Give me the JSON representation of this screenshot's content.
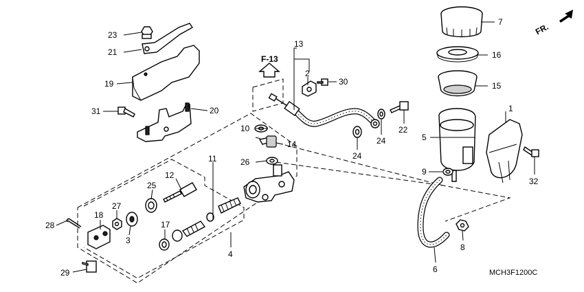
{
  "diagram": {
    "code": "MCH3F1200C",
    "ref_label": "F-13",
    "direction_label": "FR."
  },
  "callouts": [
    {
      "id": "c1",
      "text": "1"
    },
    {
      "id": "c2",
      "text": "2"
    },
    {
      "id": "c3",
      "text": "3"
    },
    {
      "id": "c4",
      "text": "4"
    },
    {
      "id": "c5",
      "text": "5"
    },
    {
      "id": "c6",
      "text": "6"
    },
    {
      "id": "c7",
      "text": "7"
    },
    {
      "id": "c8",
      "text": "8"
    },
    {
      "id": "c9",
      "text": "9"
    },
    {
      "id": "c10",
      "text": "10"
    },
    {
      "id": "c11",
      "text": "11"
    },
    {
      "id": "c12",
      "text": "12"
    },
    {
      "id": "c13",
      "text": "13"
    },
    {
      "id": "c14",
      "text": "14"
    },
    {
      "id": "c15",
      "text": "15"
    },
    {
      "id": "c16",
      "text": "16"
    },
    {
      "id": "c17",
      "text": "17"
    },
    {
      "id": "c18",
      "text": "18"
    },
    {
      "id": "c19",
      "text": "19"
    },
    {
      "id": "c20",
      "text": "20"
    },
    {
      "id": "c21",
      "text": "21"
    },
    {
      "id": "c22",
      "text": "22"
    },
    {
      "id": "c23",
      "text": "23"
    },
    {
      "id": "c24a",
      "text": "24"
    },
    {
      "id": "c24b",
      "text": "24"
    },
    {
      "id": "c25",
      "text": "25"
    },
    {
      "id": "c26",
      "text": "26"
    },
    {
      "id": "c27",
      "text": "27"
    },
    {
      "id": "c28",
      "text": "28"
    },
    {
      "id": "c29",
      "text": "29"
    },
    {
      "id": "c30",
      "text": "30"
    },
    {
      "id": "c31",
      "text": "31"
    },
    {
      "id": "c32",
      "text": "32"
    }
  ]
}
